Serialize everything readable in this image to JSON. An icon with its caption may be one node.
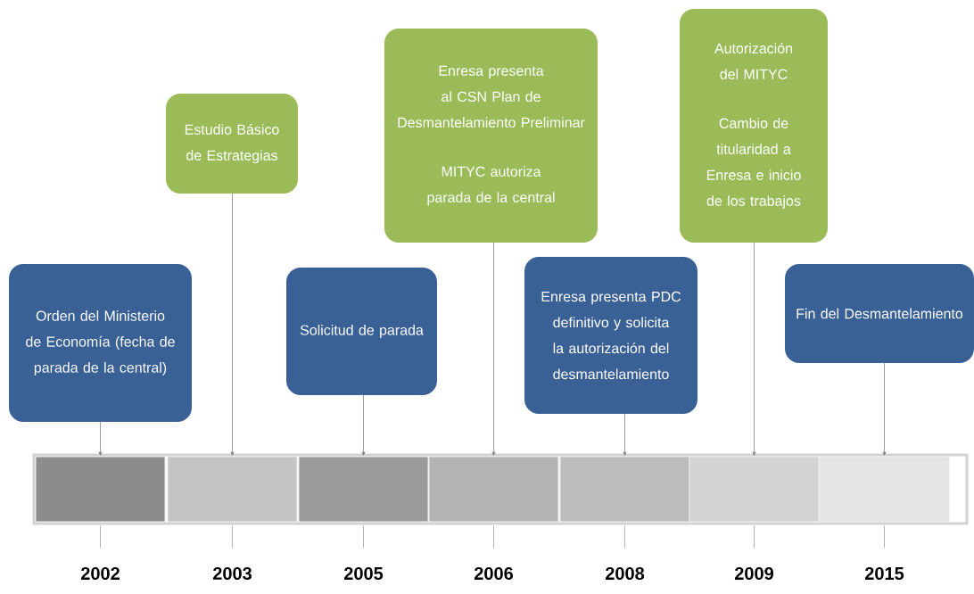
{
  "diagram": {
    "nodes": [
      {
        "text": [
          "Orden del Ministerio de Economía (fecha de parada de la central)"
        ]
      },
      {
        "text": [
          "Estudio Básico de Estrategias"
        ]
      },
      {
        "text": [
          "Solicitud de parada"
        ]
      },
      {
        "text": [
          "Enresa presenta al CSN Plan de Desmantelamiento Preliminar",
          "MITYC autoriza parada de la central"
        ]
      },
      {
        "text": [
          "Enresa presenta PDC definitivo y solicita la autorización del desmantelamiento"
        ]
      },
      {
        "text": [
          "Autorización del MITYC",
          "Cambio de titularidad a Enresa e inicio de los trabajos"
        ]
      },
      {
        "text": [
          "Fin del Desmantelamiento"
        ]
      },
      {
        "text": [],
        "shape": "bar"
      },
      {
        "text": [],
        "shape": "bar"
      },
      {
        "text": [],
        "shape": "bar"
      },
      {
        "text": [],
        "shape": "bar"
      },
      {
        "text": [],
        "shape": "bar"
      },
      {
        "text": [],
        "shape": "bar"
      },
      {
        "text": [],
        "shape": "bar"
      }
    ],
    "edges": [
      {
        "from": 0,
        "to": 7,
        "arrow": "to"
      },
      {
        "from": 1,
        "to": 8,
        "arrow": "to"
      },
      {
        "from": 2,
        "to": 9,
        "arrow": "to"
      },
      {
        "from": 3,
        "to": 10,
        "arrow": "to"
      },
      {
        "from": 4,
        "to": 11,
        "arrow": "to"
      },
      {
        "from": 5,
        "to": 12,
        "arrow": "to"
      },
      {
        "from": 6,
        "to": 13,
        "arrow": "to"
      }
    ],
    "labels": [
      "2002",
      "2003",
      "2005",
      "2006",
      "2008",
      "2009",
      "2015"
    ]
  }
}
